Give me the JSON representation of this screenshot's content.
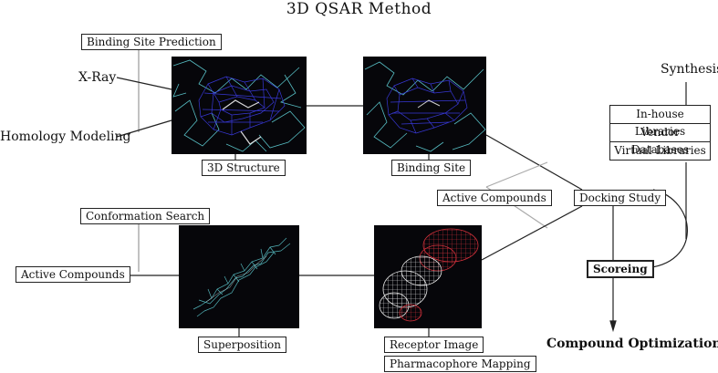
{
  "title": "3D QSAR Method",
  "inputs": {
    "binding_site_prediction": "Binding Site Prediction",
    "xray": "X-Ray",
    "homology_modeling": "Homology Modeling",
    "conformation_search": "Conformation Search",
    "active_compounds_left": "Active Compounds"
  },
  "captions": {
    "structure": "3D Structure",
    "binding_site": "Binding Site",
    "superposition": "Superposition",
    "receptor_image": "Receptor Image",
    "pharmacophore_mapping": "Pharmacophore Mapping"
  },
  "flow": {
    "active_compounds_mid": "Active Compounds",
    "docking_study": "Docking Study",
    "scoring": "Scoreing",
    "compound_optimization": "Compound Optimization",
    "synthesis": "Synthesis"
  },
  "libraries": [
    "In-house Libraries",
    "Vendor Databases",
    "Virtual Libraries"
  ],
  "colors": {
    "line": "#222222",
    "panel_bg": "#06060a",
    "protein_cyan": "#5fd0d6",
    "ligand_mesh_blue": "#3a3adf",
    "mesh_red": "#d0303a",
    "mesh_white": "#e8e8e8"
  }
}
